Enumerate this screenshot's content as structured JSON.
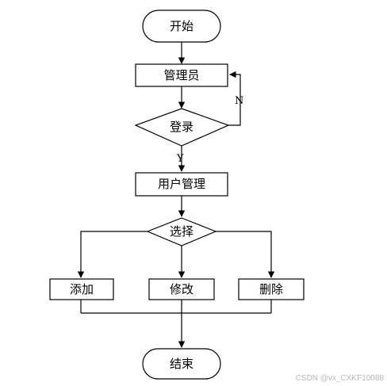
{
  "nodes": {
    "start": "开始",
    "admin": "管理员",
    "login": "登录",
    "user_mgmt": "用户管理",
    "choose": "选择",
    "add": "添加",
    "edit": "修改",
    "delete": "删除",
    "end": "结束"
  },
  "edges": {
    "no_label": "N",
    "yes_label": "Y"
  },
  "watermark": "CSDN @vx_CXKF10088"
}
